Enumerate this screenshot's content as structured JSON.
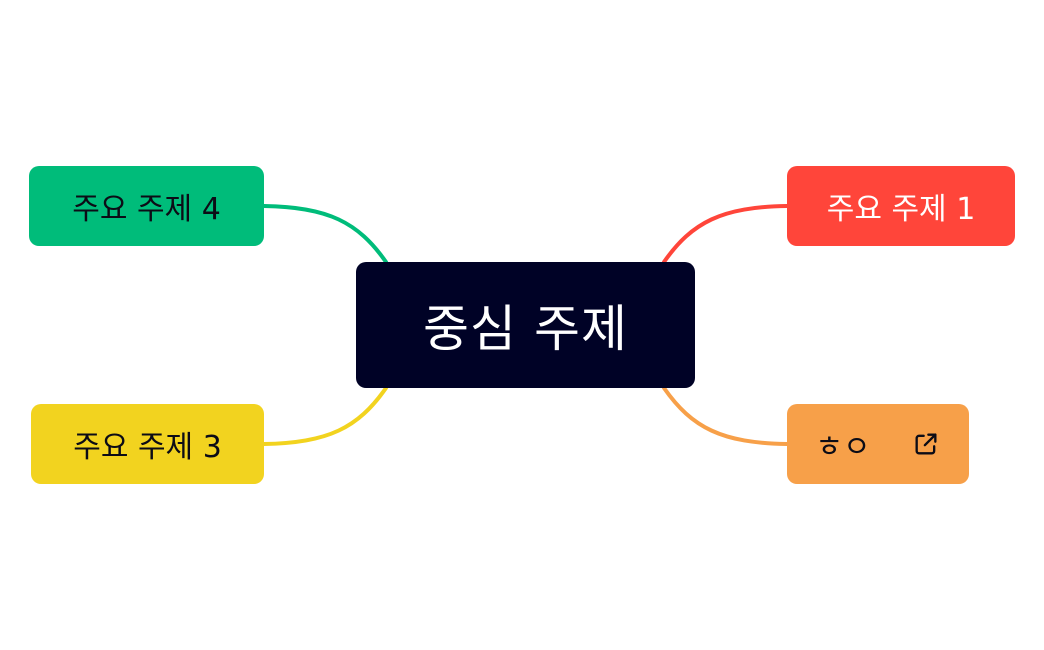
{
  "mindmap": {
    "central": {
      "label": "중심 주제",
      "color": "#000226"
    },
    "topics": [
      {
        "label": "주요 주제 1",
        "color": "#ff453a"
      },
      {
        "label": "ㅎㅇ",
        "color": "#f7a049",
        "icon": "external-link-icon"
      },
      {
        "label": "주요 주제 3",
        "color": "#f2d31f"
      },
      {
        "label": "주요 주제 4",
        "color": "#00bc7a"
      }
    ]
  }
}
